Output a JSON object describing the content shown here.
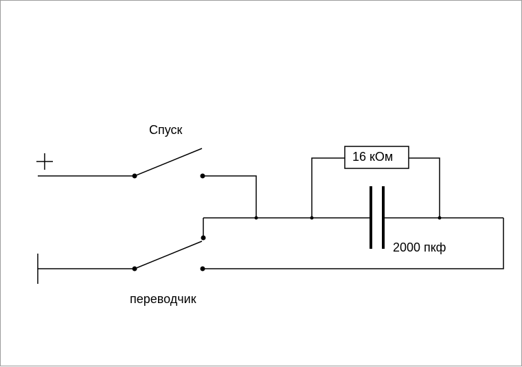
{
  "labels": {
    "trigger": "Спуск",
    "selector": "переводчик",
    "resistor": "16 кОм",
    "capacitor": "2000 пкф"
  },
  "symbols": {
    "positive_terminal": "plus-terminal-icon",
    "ground_terminal": "ground-terminal-icon"
  }
}
